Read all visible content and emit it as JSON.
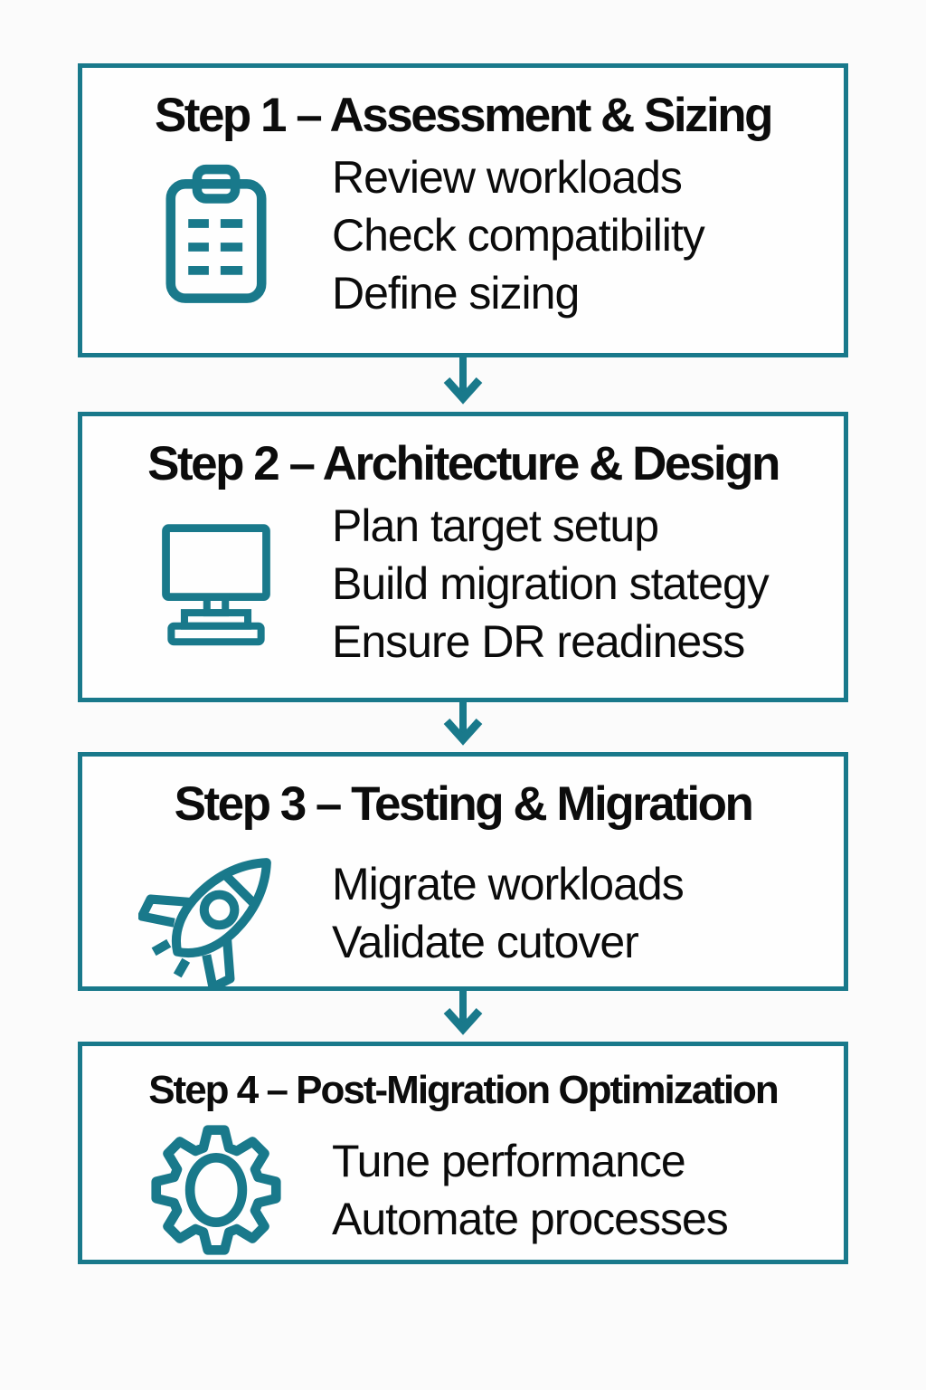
{
  "colors": {
    "accent_teal": "#19798b",
    "text_black": "#0d0d0d",
    "background": "#fbfbfb"
  },
  "steps": [
    {
      "title": "Step 1 – Assessment & Sizing",
      "icon": "clipboard-icon",
      "lines": [
        "Review workloads",
        "Check compatibility",
        "Define sizing"
      ]
    },
    {
      "title": "Step 2 – Architecture & Design",
      "icon": "monitor-icon",
      "lines": [
        "Plan target setup",
        "Build migration stategy",
        "Ensure DR readiness"
      ]
    },
    {
      "title": "Step 3 – Testing & Migration",
      "icon": "rocket-icon",
      "lines": [
        "Migrate workloads",
        "Validate cutover"
      ]
    },
    {
      "title": "Step 4 – Post-Migration Optimization",
      "icon": "gear-icon",
      "lines": [
        "Tune performance",
        "Automate processes"
      ]
    }
  ]
}
